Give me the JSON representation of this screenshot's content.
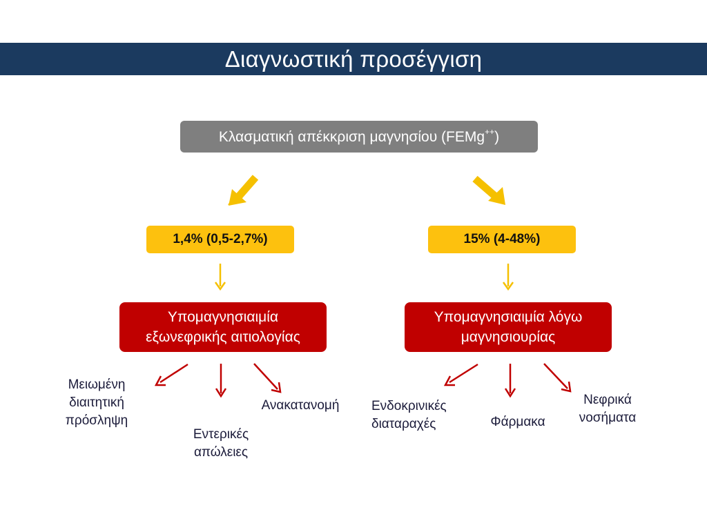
{
  "title": "Διαγνωστική προσέγγιση",
  "root": {
    "label": "Κλασματική απέκκριση μαγνησίου (FEMg",
    "superscript": "++",
    "suffix": ")"
  },
  "branches": {
    "left": {
      "value": "1,4% (0,5-2,7%)",
      "diagnosis_line1": "Υπομαγνησιαιμία",
      "diagnosis_line2": "εξωνεφρικής αιτιολογίας",
      "causes": {
        "dietary_line1": "Μειωμένη",
        "dietary_line2": "διαιτητική",
        "dietary_line3": "πρόσληψη",
        "intestinal_line1": "Εντερικές",
        "intestinal_line2": "απώλειες",
        "redistribution": "Ανακατανομή"
      }
    },
    "right": {
      "value": "15% (4-48%)",
      "diagnosis_line1": "Υπομαγνησιαιμία λόγω",
      "diagnosis_line2": "μαγνησιουρίας",
      "causes": {
        "endocrine_line1": "Ενδοκρινικές",
        "endocrine_line2": "διαταραχές",
        "drugs": "Φάρμακα",
        "renal_line1": "Νεφρικά",
        "renal_line2": "νοσήματα"
      }
    }
  },
  "colors": {
    "title_bar": "#1b3a5f",
    "root_box": "#7f7f7f",
    "value_box": "#fdc10e",
    "diagnosis_box": "#c00000",
    "arrow_yellow": "#f5c000",
    "arrow_red": "#c00000"
  }
}
